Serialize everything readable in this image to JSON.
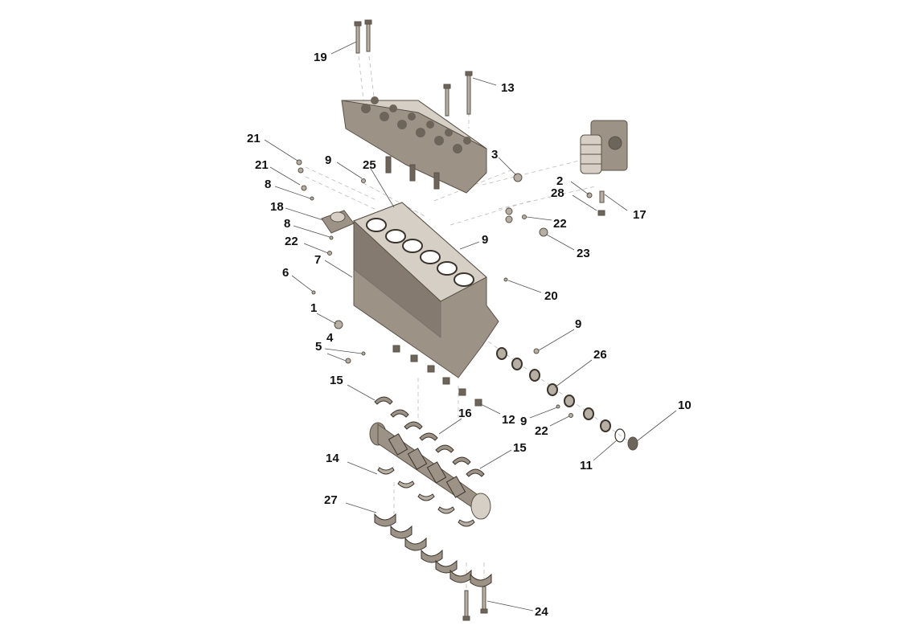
{
  "diagram": {
    "callouts": [
      {
        "label": "19"
      },
      {
        "label": "13"
      },
      {
        "label": "21"
      },
      {
        "label": "21"
      },
      {
        "label": "9"
      },
      {
        "label": "25"
      },
      {
        "label": "3"
      },
      {
        "label": "8"
      },
      {
        "label": "2"
      },
      {
        "label": "28"
      },
      {
        "label": "18"
      },
      {
        "label": "17"
      },
      {
        "label": "8"
      },
      {
        "label": "22"
      },
      {
        "label": "22"
      },
      {
        "label": "9"
      },
      {
        "label": "7"
      },
      {
        "label": "23"
      },
      {
        "label": "6"
      },
      {
        "label": "20"
      },
      {
        "label": "1"
      },
      {
        "label": "9"
      },
      {
        "label": "4"
      },
      {
        "label": "5"
      },
      {
        "label": "26"
      },
      {
        "label": "15"
      },
      {
        "label": "10"
      },
      {
        "label": "16"
      },
      {
        "label": "12"
      },
      {
        "label": "9"
      },
      {
        "label": "22"
      },
      {
        "label": "15"
      },
      {
        "label": "14"
      },
      {
        "label": "11"
      },
      {
        "label": "27"
      },
      {
        "label": "24"
      }
    ]
  }
}
